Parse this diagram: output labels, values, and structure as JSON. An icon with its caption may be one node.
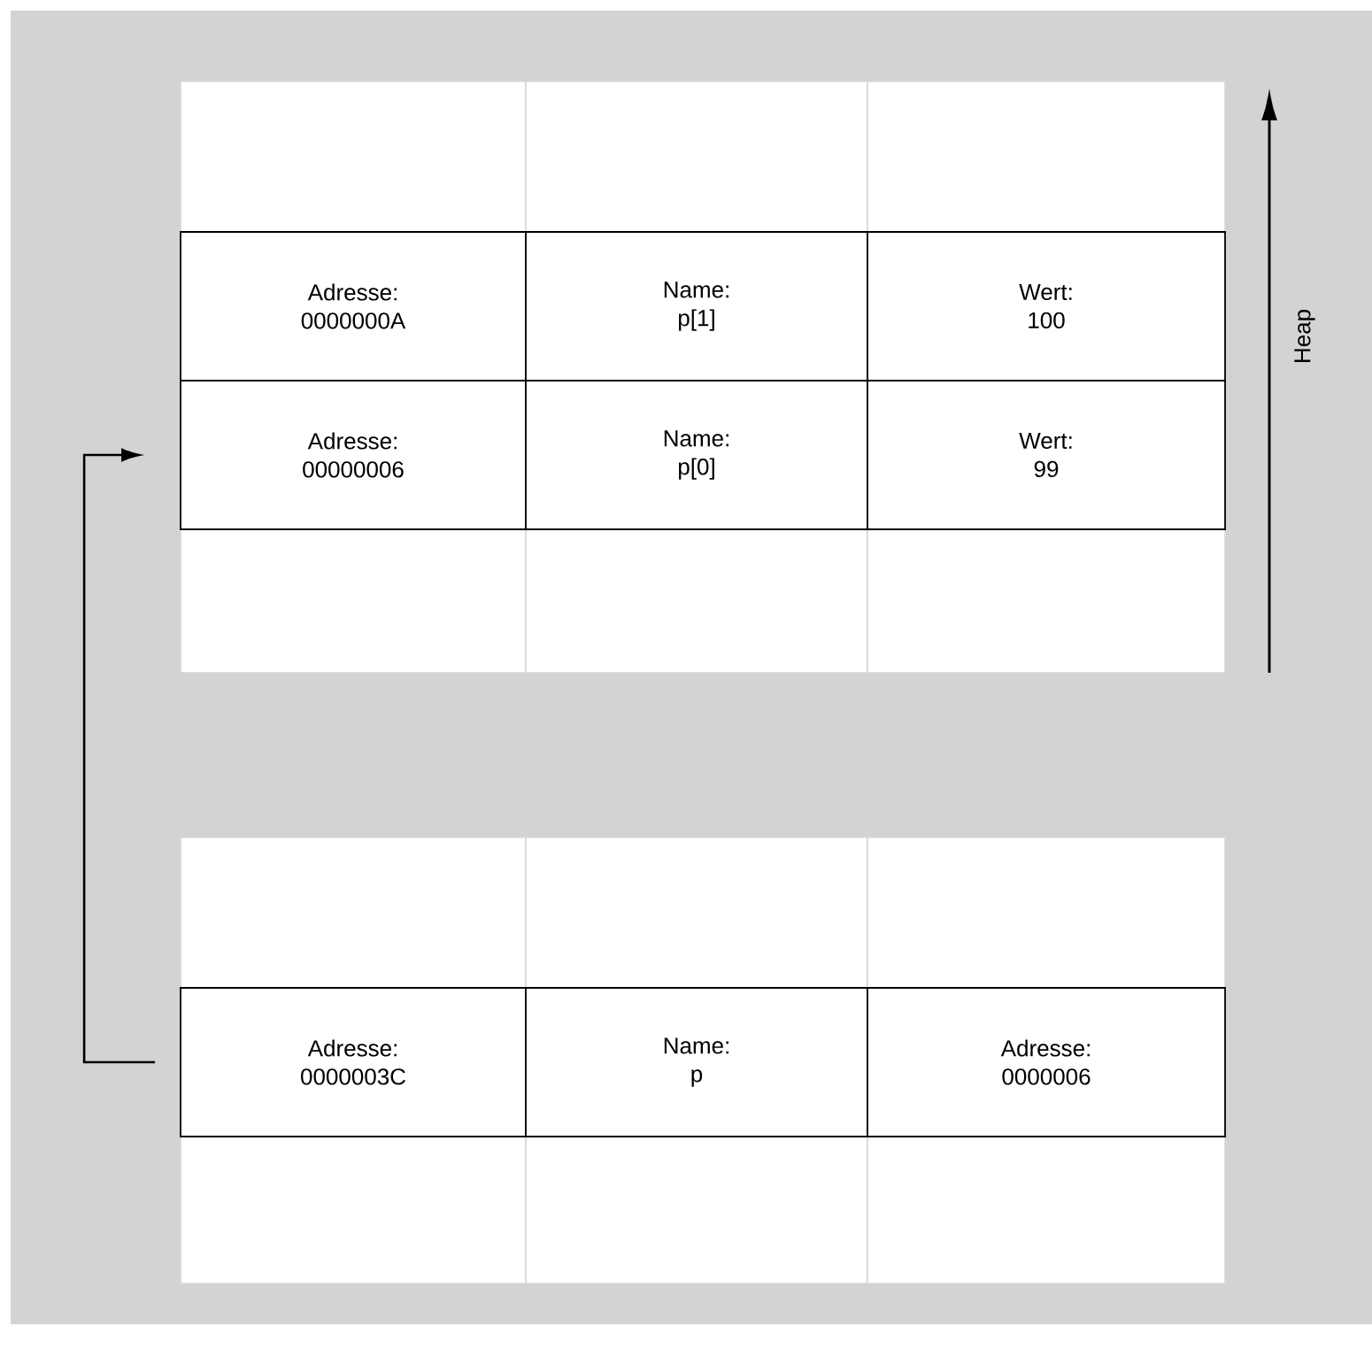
{
  "diagram": {
    "nodes": [
      {
        "text": [],
        "shape": "box"
      },
      {
        "text": [],
        "shape": "box"
      },
      {
        "text": [],
        "shape": "box"
      },
      {
        "text": [
          "Adresse:",
          "0000000A"
        ]
      },
      {
        "text": [
          "Name:",
          "p[1]"
        ]
      },
      {
        "text": [
          "Wert:",
          "100"
        ]
      },
      {
        "text": [
          "Adresse:",
          "00000006"
        ]
      },
      {
        "text": [
          "Name:",
          "p[0]"
        ]
      },
      {
        "text": [
          "Wert:",
          "99"
        ]
      },
      {
        "text": [],
        "shape": "box"
      },
      {
        "text": [],
        "shape": "box"
      },
      {
        "text": [],
        "shape": "box"
      },
      {
        "text": [],
        "shape": "box"
      },
      {
        "text": [],
        "shape": "box"
      },
      {
        "text": [],
        "shape": "box"
      },
      {
        "text": [
          "Adresse:",
          "0000003C"
        ]
      },
      {
        "text": [
          "Name:",
          "p"
        ]
      },
      {
        "text": [
          "Adresse:",
          "0000006"
        ]
      },
      {
        "text": [],
        "shape": "box"
      },
      {
        "text": [],
        "shape": "box"
      },
      {
        "text": [],
        "shape": "box"
      }
    ],
    "edges": [
      {
        "from": 15,
        "to": 6,
        "arrow": "to"
      }
    ],
    "labels": [
      "Heap"
    ]
  }
}
